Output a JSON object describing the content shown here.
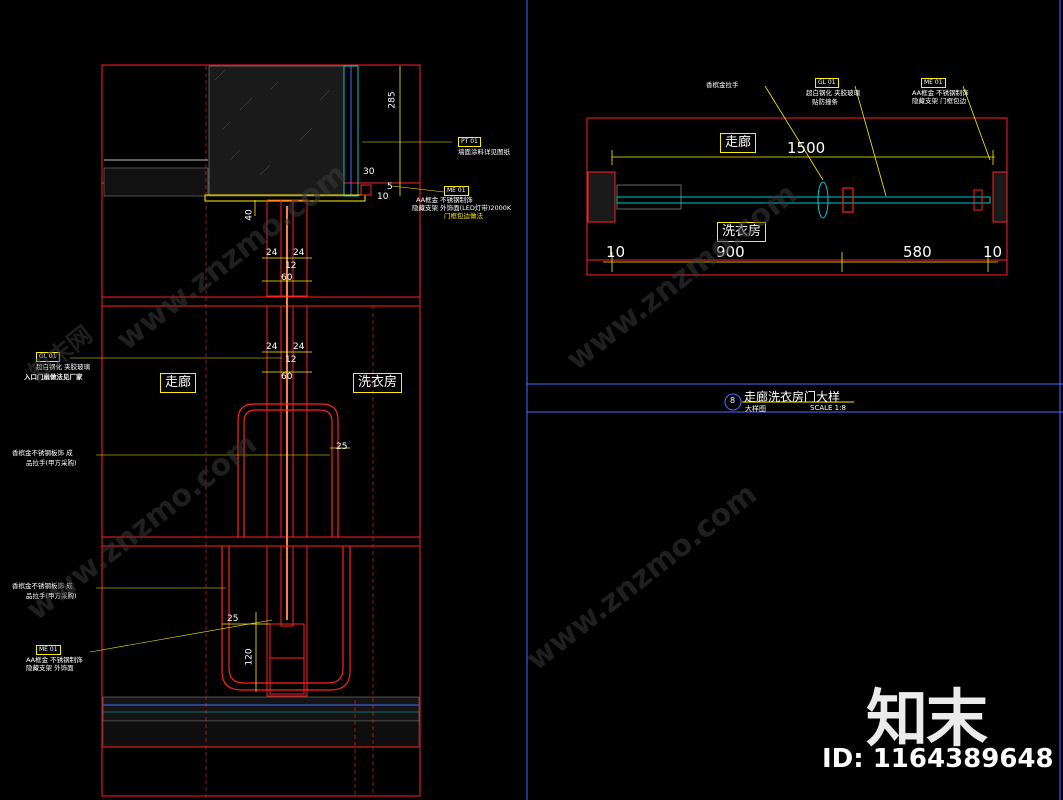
{
  "left_elevation": {
    "room_left": "走廊",
    "room_right": "洗衣房",
    "dims": {
      "d285": "285",
      "d30": "30",
      "d10": "10",
      "d5": "5",
      "d40": "40",
      "d24a": "24",
      "d24b": "24",
      "d12a": "12",
      "d60a": "60",
      "d24c": "24",
      "d24d": "24",
      "d12b": "12",
      "d60b": "60",
      "d25a": "25",
      "d25b": "25",
      "d120": "120"
    },
    "tags": {
      "pt": "PT  01",
      "pt_note": "墙面涂料详见图纸",
      "me": "ME  01",
      "me_note_1": "AA框金 不锈钢制饰",
      "me_note_2": "隐藏支架 外饰面(LED灯带)2000K",
      "me_note_3": "门框包边做法",
      "gl": "GL  01",
      "gl_note_1": "超白钢化 夹胶玻璃",
      "gl_note_2": "入口门扇做法见厂家",
      "handle_note_1a": "香槟金不锈钢板饰 成",
      "handle_note_1b": "品拉手(甲方采购)",
      "handle_note_2a": "香槟金不锈钢板饰 成",
      "handle_note_2b": "品拉手(甲方采购)",
      "me_bottom": "ME  01",
      "me_bottom_note_1": "AA框金 不锈钢制饰",
      "me_bottom_note_2": "隐藏支架 外饰面"
    }
  },
  "right_plan": {
    "room_top": "走廊",
    "room_bottom": "洗衣房",
    "dim_total": "1500",
    "dim_left": "10",
    "dim_mid1": "900",
    "dim_mid2": "580",
    "dim_right": "10",
    "tag_handle": "香槟金拉手",
    "tag_gl": "GL  01",
    "tag_gl_note_1": "超白钢化 夹胶玻璃",
    "tag_gl_note_2": "贴防撞条",
    "tag_me": "ME  01",
    "tag_me_note_1": "AA框金 不锈钢制饰",
    "tag_me_note_2": "隐藏支架 门框包边"
  },
  "title_block": {
    "number": "8",
    "title": "走廊洗衣房门大样",
    "subtitle": "大样图",
    "scale": "SCALE 1:8"
  },
  "watermark": {
    "logo": "知末",
    "id": "ID: 1164389648",
    "site": "www.znzmo.com",
    "site_cn": "知末网"
  },
  "colors": {
    "background": "#000000",
    "frame_red": "#ff2020",
    "dim_yellow": "#ffef00",
    "glass_cyan": "#00c8c8",
    "hatch_gray": "#808080",
    "leader_blue": "#4a6cff"
  }
}
